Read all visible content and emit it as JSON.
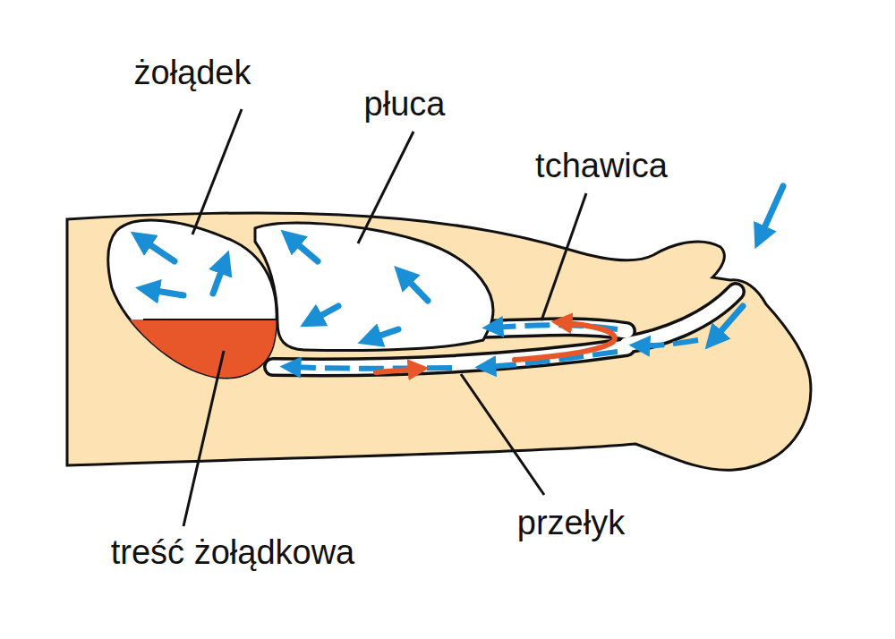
{
  "diagram": {
    "labels": [
      "żołądek",
      "płuca",
      "tchawica",
      "przełyk",
      "treść żołądkowa"
    ]
  }
}
